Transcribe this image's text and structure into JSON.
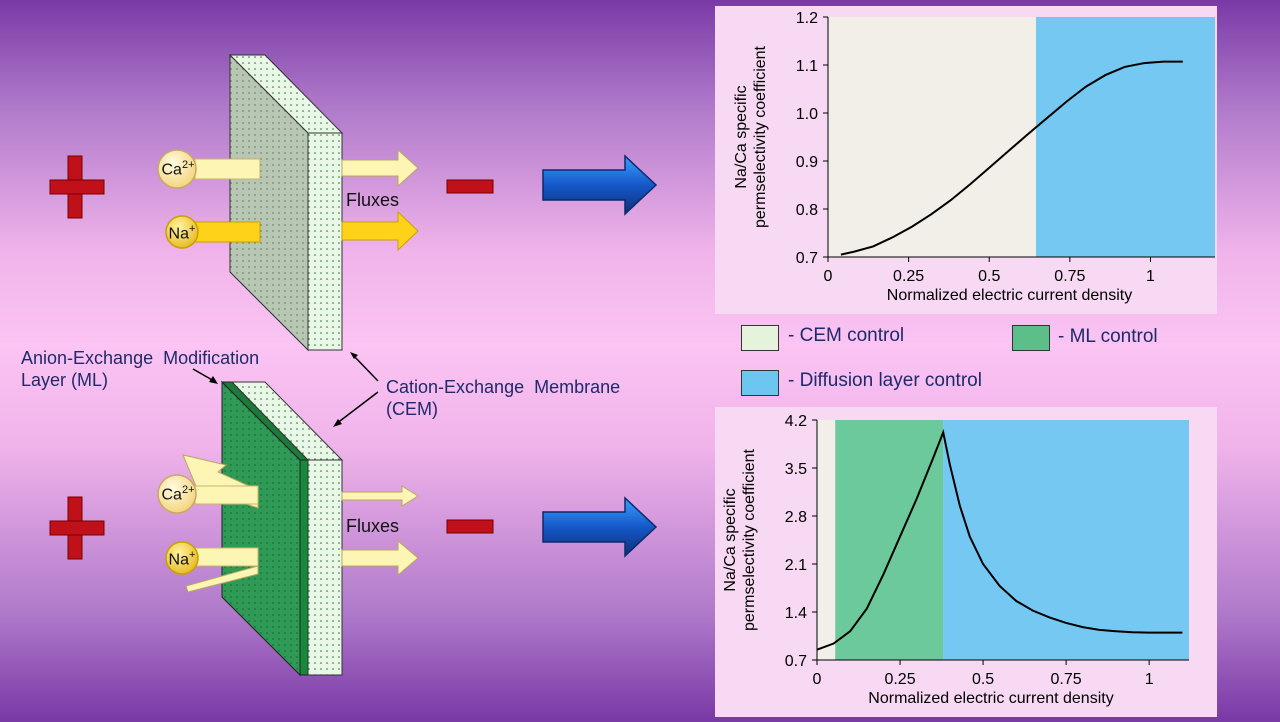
{
  "diagram": {
    "ions": {
      "ca": "Ca",
      "ca_charge": "2+",
      "na": "Na",
      "na_charge": "+"
    },
    "fluxes_label": "Fluxes",
    "ml_label_line1": "Anion-Exchange  Modification",
    "ml_label_line2": "Layer (ML)",
    "cem_label_line1": "Cation-Exchange  Membrane",
    "cem_label_line2": "(CEM)"
  },
  "legend": {
    "cem": "- CEM control",
    "ml": "- ML control",
    "diffusion": "- Diffusion layer control",
    "colors": {
      "cem": "#e6f3dc",
      "ml": "#5cbf8a",
      "diffusion": "#6cc6f0"
    }
  },
  "chart_data": [
    {
      "type": "line",
      "xlabel": "Normalized electric current density",
      "ylabel": "Na/Ca specific permselectivity coefficient",
      "ylabel_line1": "Na/Ca specific",
      "ylabel_line2": "permselectivity coefficient",
      "xlim": [
        0,
        1.2
      ],
      "ylim": [
        0.7,
        1.2
      ],
      "xticks": [
        "0",
        "0.25",
        "0.5",
        "0.75",
        "1"
      ],
      "yticks": [
        "0.7",
        "0.8",
        "0.9",
        "1.0",
        "1.1",
        "1.2"
      ],
      "regions": [
        {
          "name": "CEM control",
          "from": 0,
          "to": 0.645,
          "color": "#f1efe7"
        },
        {
          "name": "Diffusion layer control",
          "from": 0.645,
          "to": 1.2,
          "color": "#74c8f2"
        }
      ],
      "series": [
        {
          "x": [
            0.04,
            0.08,
            0.14,
            0.2,
            0.26,
            0.32,
            0.38,
            0.44,
            0.5,
            0.56,
            0.62,
            0.68,
            0.74,
            0.8,
            0.86,
            0.92,
            0.98,
            1.04,
            1.1
          ],
          "y": [
            0.705,
            0.711,
            0.722,
            0.741,
            0.763,
            0.789,
            0.818,
            0.851,
            0.886,
            0.921,
            0.956,
            0.99,
            1.024,
            1.055,
            1.079,
            1.096,
            1.104,
            1.107,
            1.107
          ]
        }
      ]
    },
    {
      "type": "line",
      "xlabel": "Normalized electric current density",
      "ylabel": "Na/Ca specific permselectivity coefficient",
      "ylabel_line1": "Na/Ca specific",
      "ylabel_line2": "permselectivity coefficient",
      "xlim": [
        0,
        1.12
      ],
      "ylim": [
        0.7,
        4.2
      ],
      "xticks": [
        "0",
        "0.25",
        "0.5",
        "0.75",
        "1"
      ],
      "yticks": [
        "0.7",
        "1.4",
        "2.1",
        "2.8",
        "3.5",
        "4.2"
      ],
      "regions": [
        {
          "name": "CEM control",
          "from": 0,
          "to": 0.055,
          "color": "#f1efe7"
        },
        {
          "name": "ML control",
          "from": 0.055,
          "to": 0.38,
          "color": "#6cc99b"
        },
        {
          "name": "Diffusion layer control",
          "from": 0.38,
          "to": 1.12,
          "color": "#74c8f2"
        }
      ],
      "series": [
        {
          "x": [
            0,
            0.05,
            0.1,
            0.15,
            0.2,
            0.25,
            0.3,
            0.35,
            0.38,
            0.4,
            0.43,
            0.46,
            0.5,
            0.55,
            0.6,
            0.65,
            0.7,
            0.75,
            0.8,
            0.85,
            0.9,
            0.95,
            1.0,
            1.05,
            1.1
          ],
          "y": [
            0.85,
            0.94,
            1.12,
            1.45,
            1.95,
            2.5,
            3.05,
            3.65,
            4.02,
            3.55,
            2.95,
            2.5,
            2.1,
            1.78,
            1.56,
            1.42,
            1.32,
            1.24,
            1.18,
            1.14,
            1.12,
            1.105,
            1.1,
            1.1,
            1.1
          ]
        }
      ]
    }
  ]
}
